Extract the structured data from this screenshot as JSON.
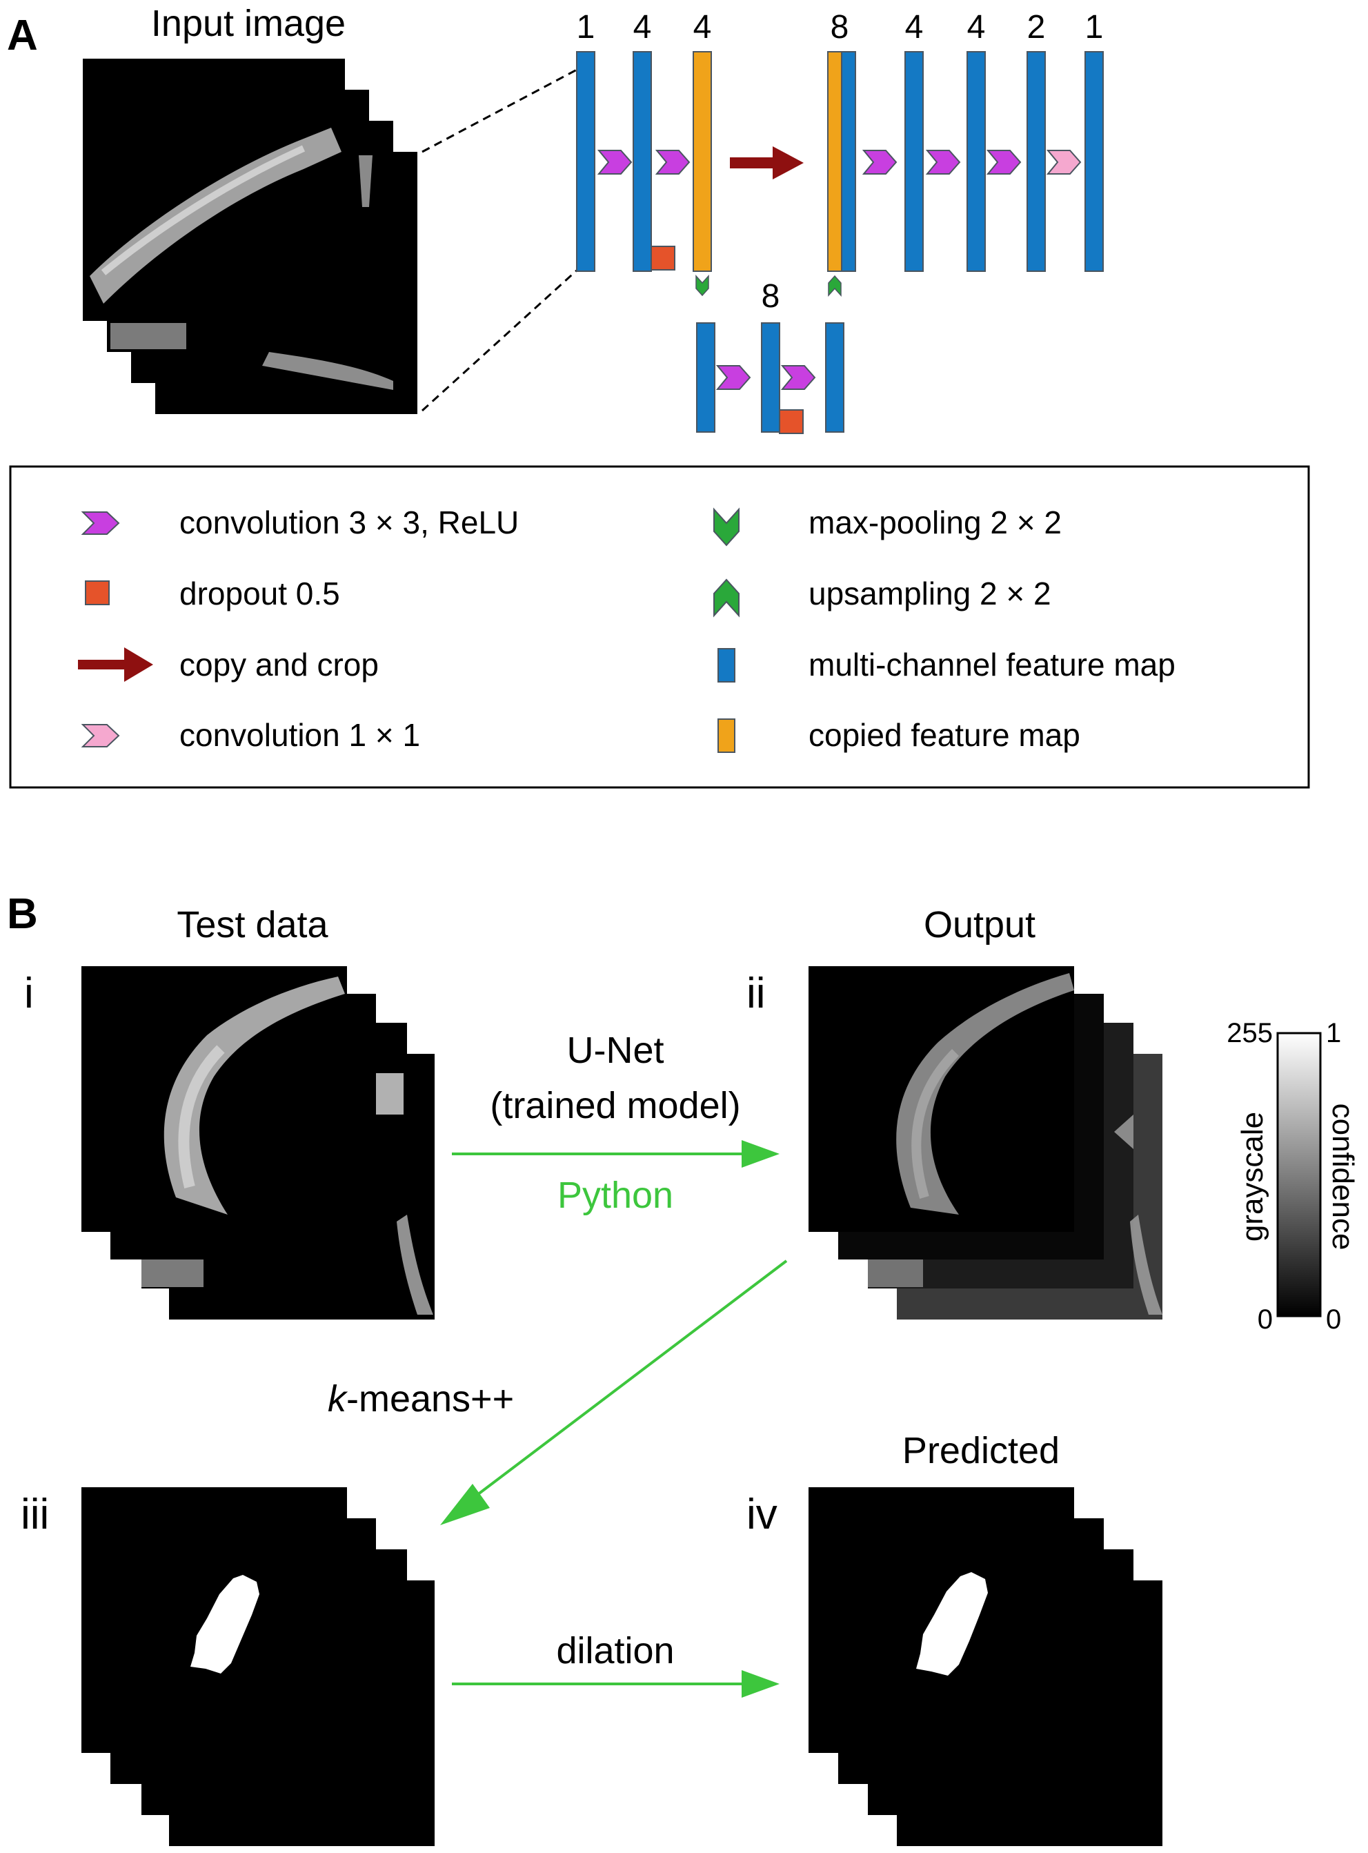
{
  "panel_a": {
    "label": "A",
    "input_title": "Input image",
    "channels_top": [
      "1",
      "4",
      "4",
      "8",
      "4",
      "4",
      "2",
      "1"
    ],
    "channels_bottom": "8",
    "legend": {
      "conv3": "convolution 3 × 3, ReLU",
      "dropout": "dropout 0.5",
      "copy": "copy and crop",
      "conv1": "convolution 1 × 1",
      "maxpool": "max-pooling 2 × 2",
      "upsample": "upsampling 2 × 2",
      "multi": "multi-channel feature map",
      "copied": "copied feature map"
    }
  },
  "panel_b": {
    "label": "B",
    "test_title": "Test data",
    "output_title": "Output",
    "predicted_title": "Predicted",
    "roman": [
      "i",
      "ii",
      "iii",
      "iv"
    ],
    "unet_line1": "U-Net",
    "unet_line2": "(trained model)",
    "python": "Python",
    "kmeans_k": "k",
    "kmeans_rest": "-means++",
    "dilation": "dilation",
    "colorbar": {
      "left_top": "255",
      "left_bottom": "0",
      "left_label": "grayscale",
      "right_top": "1",
      "right_bottom": "0",
      "right_label": "confidence"
    }
  },
  "colors": {
    "feature_map": "#1479c4",
    "copied_map": "#f0a31a",
    "conv3": "#c83fe0",
    "conv1": "#f5a8cf",
    "dropout": "#e5532a",
    "arrow_copy": "#8e1010",
    "pool": "#2aa83a",
    "flow_arrow": "#3dc63d"
  }
}
